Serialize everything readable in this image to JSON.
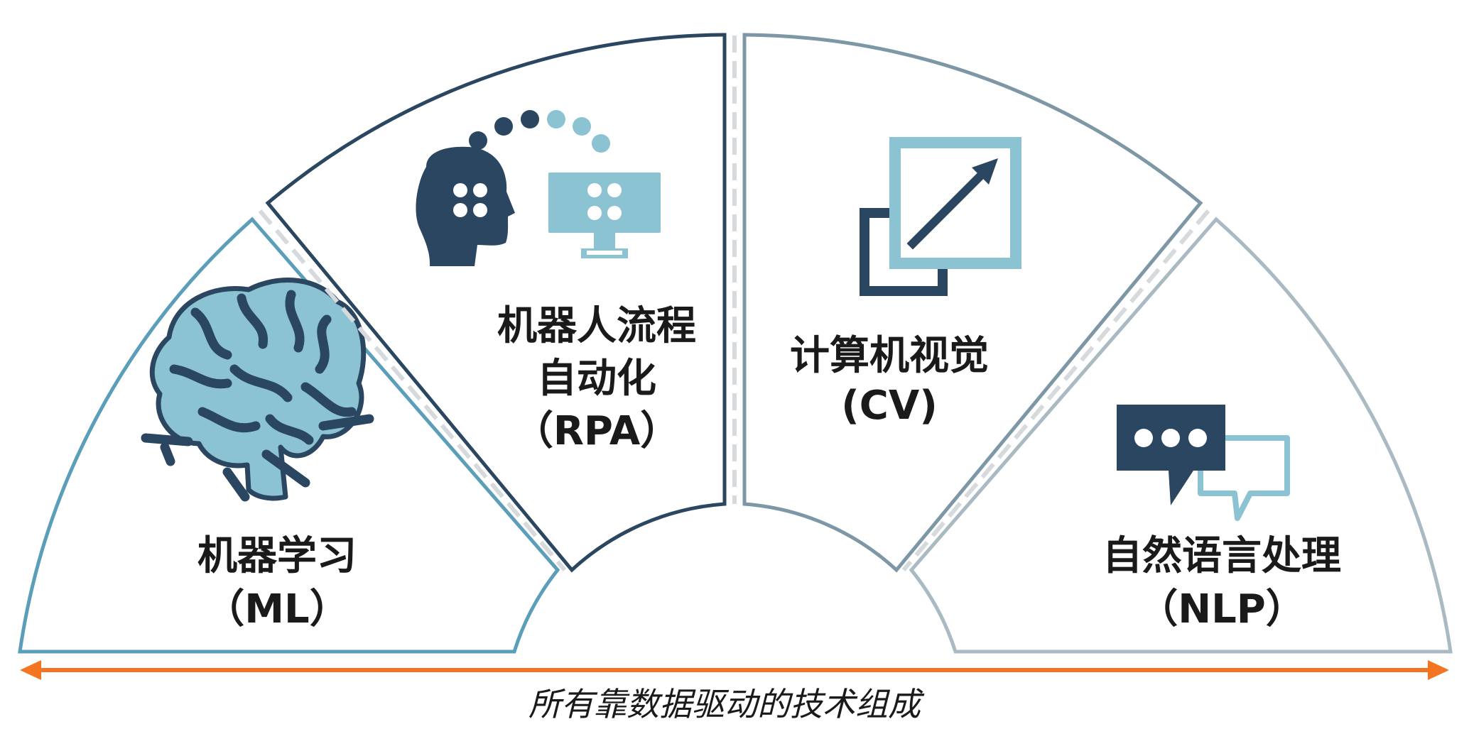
{
  "segments": [
    {
      "label_line1": "机器学习",
      "label_line2": "（ML）",
      "color": "#5B9EBA",
      "icon": "brain-icon"
    },
    {
      "label_line1": "机器人流程",
      "label_line2": "自动化",
      "label_line3": "（RPA）",
      "color": "#2B4660",
      "icon": "robot-process-icon"
    },
    {
      "label_line1": "计算机视觉",
      "label_line2": "(CV)",
      "color": "#7E97A6",
      "icon": "scale-transform-icon"
    },
    {
      "label_line1": "自然语言处理",
      "label_line2": "（NLP）",
      "color": "#A9BAC2",
      "icon": "chat-bubbles-icon"
    }
  ],
  "caption": "所有靠数据驱动的技术组成",
  "colors": {
    "dark_navy": "#2B4660",
    "light_blue": "#8CC3D2",
    "arrow_orange": "#F37421",
    "dash_gray": "#D6DADC"
  }
}
